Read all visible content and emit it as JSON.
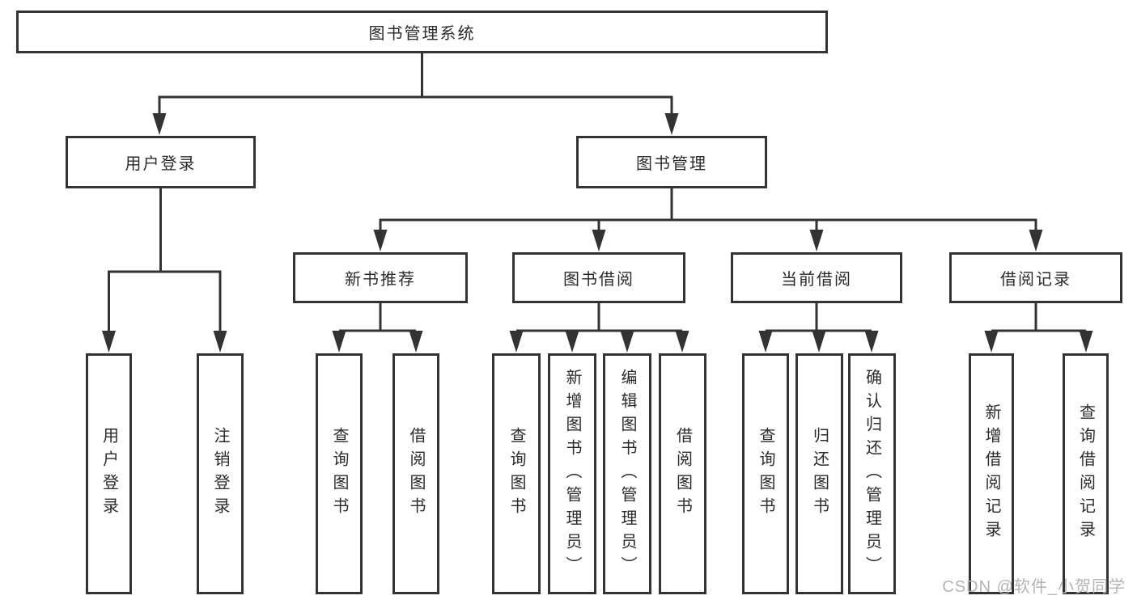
{
  "diagram": {
    "root": "图书管理系统",
    "level2": {
      "user_login": "用户登录",
      "book_mgmt": "图书管理"
    },
    "level3": {
      "new_books": "新书推荐",
      "book_borrow": "图书借阅",
      "current_borrow": "当前借阅",
      "borrow_records": "借阅记录"
    },
    "leaves": {
      "user_login": "用户登录",
      "logout": "注销登录",
      "nb_query": "查询图书",
      "nb_borrow": "借阅图书",
      "bb_query": "查询图书",
      "bb_add": "新增图书（管理员）",
      "bb_edit": "编辑图书（管理员）",
      "bb_borrow": "借阅图书",
      "cb_query": "查询图书",
      "cb_return": "归还图书",
      "cb_confirm": "确认归还（管理员）",
      "br_add": "新增借阅记录",
      "br_query": "查询借阅记录"
    }
  },
  "watermark": "CSDN @软件_小贺同学",
  "colors": {
    "line": "#333333",
    "text": "#2b2b2b",
    "watermark": "#b3b3b3",
    "background": "#ffffff"
  }
}
